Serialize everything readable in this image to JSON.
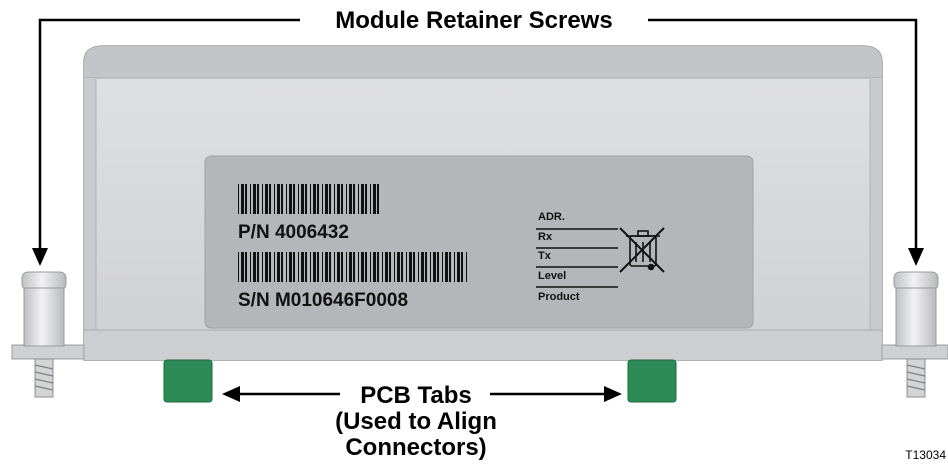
{
  "callouts": {
    "top": "Module Retainer Screws",
    "bottom_line1": "PCB Tabs",
    "bottom_line2": "(Used to Align",
    "bottom_line3": "Connectors)"
  },
  "label": {
    "part_number": "P/N 4006432",
    "serial_number": "S/N M010646F0008",
    "fields": [
      "ADR.",
      "Rx",
      "Tx",
      "Level",
      "Product"
    ]
  },
  "figure_ref": "T13034",
  "colors": {
    "module_body": "#d6d7d9",
    "module_top": "#c3c4c7",
    "label_plate": "#b4b5b8",
    "pcb_tab": "#2c8a55",
    "screw": "#d9dadc",
    "outline": "#000000"
  },
  "icons": [
    "weee-crossed-bin-icon",
    "barcode-icon"
  ]
}
